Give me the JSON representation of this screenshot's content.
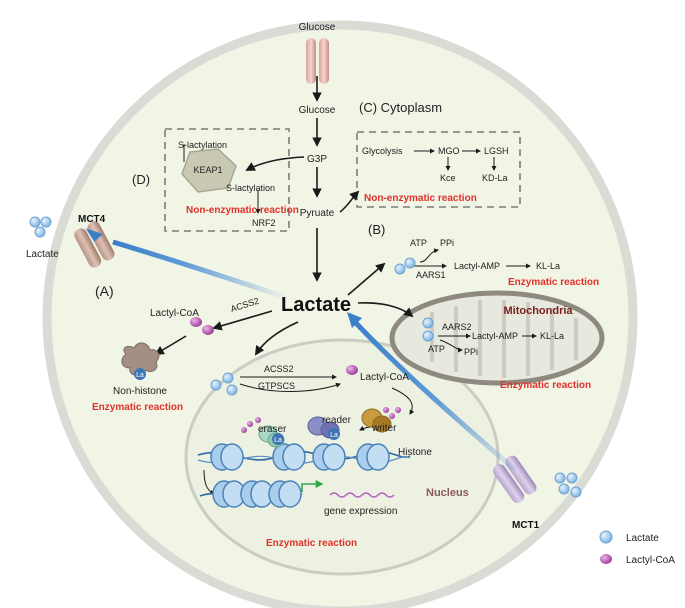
{
  "labels": {
    "glucose_top": "Glucose",
    "glucose_in": "Glucose",
    "cytoplasm": "(C) Cytoplasm",
    "g3p": "G3P",
    "pyruvate": "Pyruate",
    "lactate_main": "Lactate",
    "section_a": "(A)",
    "section_b": "(B)",
    "section_d": "(D)",
    "mct4": "MCT4",
    "mct1": "MCT1",
    "lactate_outside": "Lactate",
    "lactyl_coa_left": "Lactyl-CoA",
    "acss2_left": "ACSS2",
    "non_histone": "Non-histone",
    "la": "La",
    "enzymatic_reaction": "Enzymatic reaction",
    "non_enzymatic_reaction": "Non-enzymatic reaction",
    "s_lactylation": "S-lactylation",
    "keap1": "KEAP1",
    "nrf2": "NRF2",
    "glycolysis": "Glycolysis",
    "mgo": "MGO",
    "lgsh": "LGSH",
    "kce": "Kce",
    "kd_la": "KD-La",
    "atp": "ATP",
    "ppi": "PPi",
    "aars1": "AARS1",
    "aars2": "AARS2",
    "lactyl_amp": "Lactyl-AMP",
    "kl_la": "KL-La",
    "mitochondria": "Mitochondria",
    "acss2_nuc": "ACSS2",
    "gtpscs": "GTPSCS",
    "lactyl_coa_nuc": "Lactyl-CoA",
    "eraser": "eraser",
    "reader": "reader",
    "writer": "writer",
    "histone": "Histone",
    "nucleus": "Nucleus",
    "gene_expression": "gene expression"
  },
  "legend": [
    {
      "label": "Lactate",
      "color": "#8fc3ec"
    },
    {
      "label": "Lactyl-CoA",
      "color": "#b74fb1"
    }
  ],
  "colors": {
    "cell_fill": "#f1f5e6",
    "cell_stroke": "#d9dcd4",
    "red": "#e0312b",
    "blue_arrow": "#4c8fd4",
    "mito_text": "#7a2020",
    "nucleus_text": "#8a5a5a"
  },
  "icons": [
    "mct4-transporter",
    "mct1-transporter",
    "glut-transporter",
    "keap1-protein",
    "eraser-protein",
    "reader-protein",
    "writer-protein",
    "nucleosome",
    "mitochondrion"
  ]
}
